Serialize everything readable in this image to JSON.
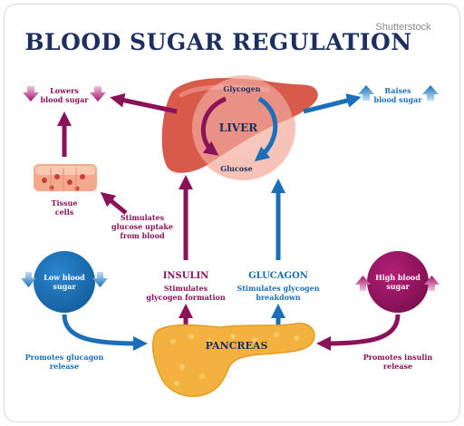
{
  "title": "BLOOD SUGAR REGULATION",
  "watermark": "Shutterstock",
  "liver": {
    "label": "LIVER",
    "glycogen": "Glycogen",
    "glucose": "Glucose"
  },
  "lowers": {
    "line1": "Lowers",
    "line2": "blood sugar"
  },
  "raises": {
    "line1": "Raises",
    "line2": "blood sugar"
  },
  "tissue": {
    "line1": "Tissue",
    "line2": "cells"
  },
  "stimulates_uptake": {
    "line1": "Stimulates",
    "line2": "glucose uptake",
    "line3": "from blood"
  },
  "insulin": {
    "title": "INSULIN",
    "line1": "Stimulates",
    "line2": "glycogen formation"
  },
  "glucagon": {
    "title": "GLUCAGON",
    "line1": "Stimulates glycogen",
    "line2": "breakdown"
  },
  "low_blood_sugar": {
    "line1": "Low blood",
    "line2": "sugar"
  },
  "high_blood_sugar": {
    "line1": "High blood",
    "line2": "sugar"
  },
  "promotes_glucagon": {
    "line1": "Promotes glucagon",
    "line2": "release"
  },
  "promotes_insulin": {
    "line1": "Promotes insulin",
    "line2": "release"
  },
  "pancreas": "PANCREAS",
  "colors": {
    "navy": "#1c2f5e",
    "purple": "#8a1259",
    "blue": "#1a6fb8",
    "liver": "#d75a4b",
    "pancreas": "#f3b23f"
  }
}
